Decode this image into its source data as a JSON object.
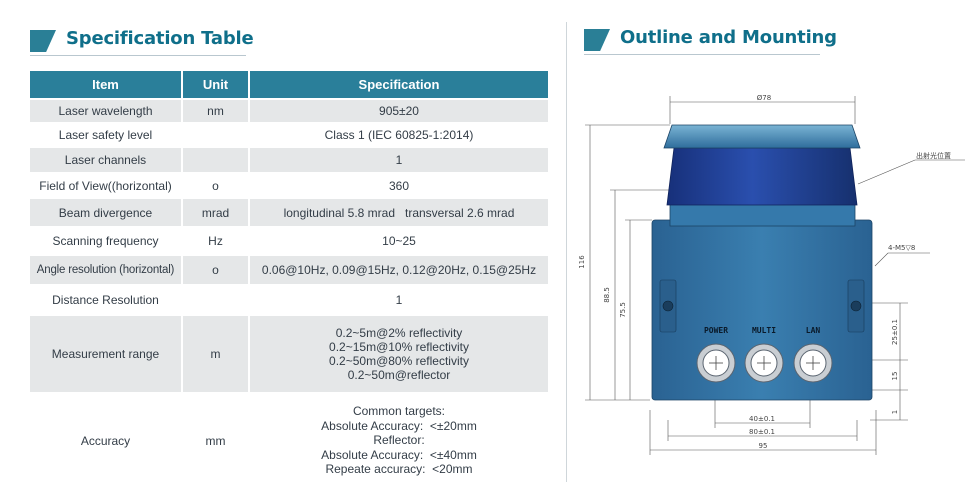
{
  "spec_section": {
    "title": "Specification Table"
  },
  "outline_section": {
    "title": "Outline and Mounting"
  },
  "table": {
    "headers": [
      "Item",
      "Unit",
      "Specification"
    ],
    "rows": [
      {
        "item": "Laser wavelength",
        "unit": "nm",
        "spec": [
          "905±20"
        ]
      },
      {
        "item": "Laser safety level",
        "unit": "",
        "spec": [
          "Class 1 (IEC 60825-1:2014)"
        ]
      },
      {
        "item": "Laser channels",
        "unit": "",
        "spec": [
          "1"
        ]
      },
      {
        "item": "Field of View((horizontal)",
        "unit": "o",
        "spec": [
          "360"
        ]
      },
      {
        "item": "Beam divergence",
        "unit": "mrad",
        "spec": [
          "longitudinal 5.8 mrad   transversal 2.6 mrad"
        ]
      },
      {
        "item": "Scanning frequency",
        "unit": "Hz",
        "spec": [
          "10~25"
        ]
      },
      {
        "item": "Angle resolution (horizontal)",
        "unit": "o",
        "spec": [
          "0.06@10Hz, 0.09@15Hz, 0.12@20Hz, 0.15@25Hz"
        ]
      },
      {
        "item": "Distance Resolution",
        "unit": "",
        "spec": [
          "1"
        ]
      },
      {
        "item": "Measurement range",
        "unit": "m",
        "spec": [
          "0.2~5m@2% reflectivity",
          "0.2~15m@10% reflectivity",
          "0.2~50m@80% reflectivity",
          "0.2~50m@reflector"
        ]
      },
      {
        "item": "Accuracy",
        "unit": "mm",
        "spec": [
          "Common targets:",
          "Absolute Accuracy:  <±20mm",
          "Reflector:",
          "Absolute Accuracy:  <±40mm",
          "Repeate accuracy:  <20mm"
        ]
      }
    ]
  },
  "drawing": {
    "dim_top": "Ø78",
    "dim_overall_height": "116",
    "dim_body_height": "88.5",
    "dim_base_height": "75.5",
    "dim_40": "40±0.1",
    "dim_80": "80±0.1",
    "dim_95": "95",
    "dim_25": "25±0.1",
    "dim_15": "15",
    "dim_1": "1",
    "note_emit": "出射光位置",
    "note_thread": "4-M5▽8",
    "port_power": "POWER",
    "port_multi": "MULTI",
    "port_lan": "LAN",
    "colors": {
      "cap_top": "#4c8fb6",
      "dome": "#1e3f98",
      "body": "#2f6d9e"
    }
  }
}
